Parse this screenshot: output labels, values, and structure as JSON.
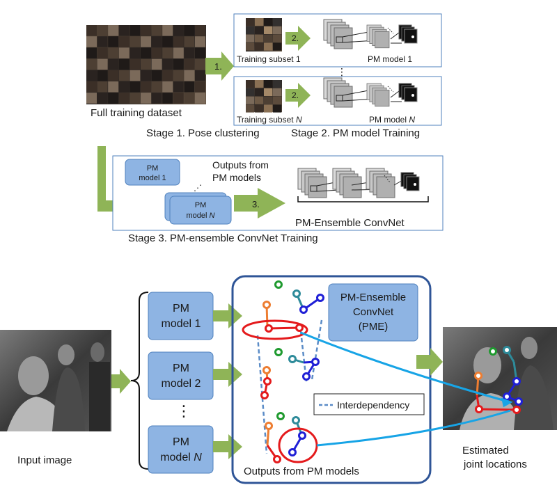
{
  "top": {
    "full_dataset": "Full training dataset",
    "step1": "1.",
    "step2": "2.",
    "step3": "3.",
    "subset_prefix": "Training subset ",
    "subset_1": "1",
    "subset_n": "N",
    "pm_model_prefix": "PM model ",
    "pm_model_1": "1",
    "pm_model_n": "N",
    "ellipsis": "⋮",
    "stage1": "Stage 1. Pose clustering",
    "stage2": "Stage 2. PM model Training",
    "stage3": "Stage 3. PM-ensemble ConvNet Training",
    "outputs_label_1": "Outputs from",
    "outputs_label_2": "PM models",
    "pm_box_line1": "PM",
    "pm_box_1_line2": "model 1",
    "pm_box_n_line2_prefix": "model ",
    "pm_box_n_line2_var": "N",
    "pme_caption": "PM-Ensemble ConvNet"
  },
  "bottom": {
    "input_image": "Input image",
    "pm_model_word": "PM",
    "model_1": "model 1",
    "model_2": "model 2",
    "model_n_prefix": "model ",
    "model_n_var": "N",
    "vdots": "⋮",
    "pme_line1": "PM-Ensemble",
    "pme_line2": "ConvNet",
    "pme_line3": "(PME)",
    "interdependency": "Interdependency",
    "outputs": "Outputs from PM models",
    "estimated_1": "Estimated",
    "estimated_2": "joint locations"
  },
  "colors": {
    "arrow_green": "#8fb457",
    "box_blue": "#8eb4e3",
    "box_border": "#4f81bd",
    "frame_blue": "#2f5597",
    "cyan": "#17a4e6",
    "red": "#e41a1c",
    "orange": "#ed7d31",
    "teal": "#2e8b9a",
    "navy": "#1f1fd6",
    "green": "#1f9a2f",
    "dash": "#5b8cc7"
  }
}
